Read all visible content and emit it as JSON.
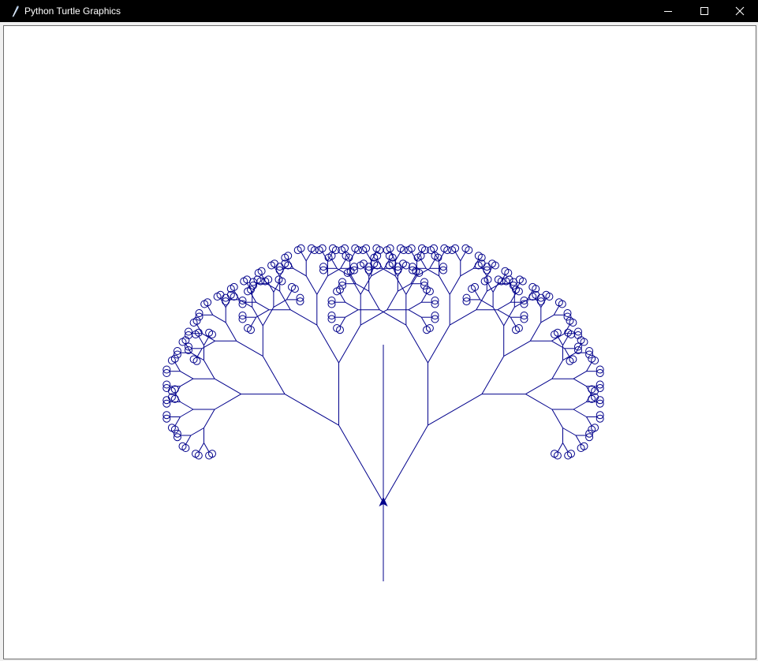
{
  "window": {
    "title": "Python Turtle Graphics",
    "app_icon": "feather-icon",
    "controls": {
      "minimize_icon": "minimize-icon",
      "maximize_icon": "maximize-icon",
      "close_icon": "close-icon"
    }
  },
  "canvas": {
    "background": "#ffffff",
    "pen_color": "#00008b",
    "turtle_shape": "classic-arrow",
    "tree": {
      "depth": 7,
      "branch_angle_deg": 30,
      "length_ratio": 0.7,
      "leaf_shape": "circle"
    }
  }
}
